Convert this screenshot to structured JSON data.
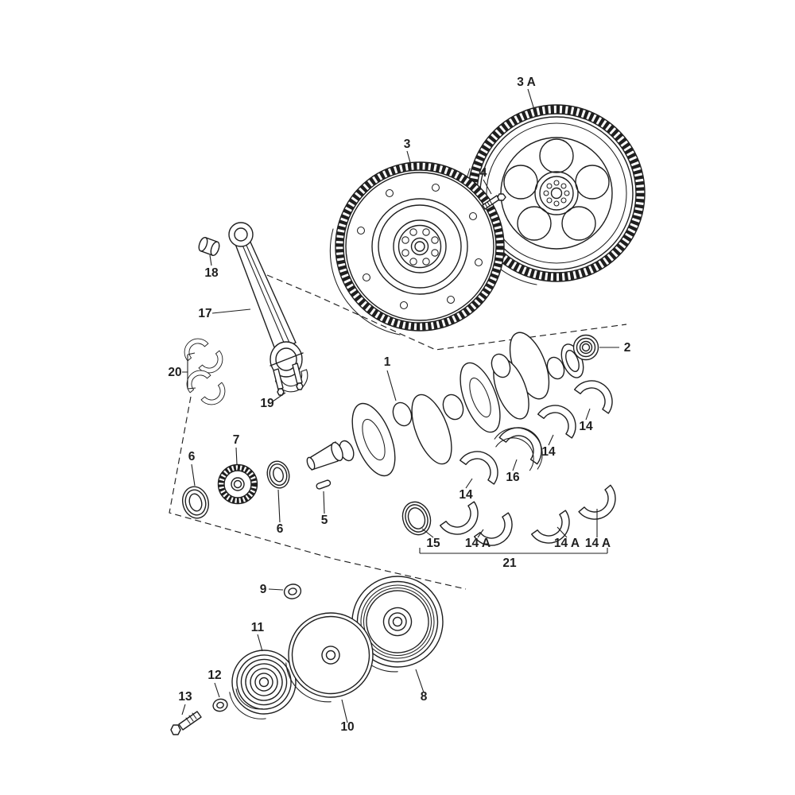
{
  "diagram": {
    "labels": [
      {
        "text": "3 A"
      },
      {
        "text": "3"
      },
      {
        "text": "4"
      },
      {
        "text": "18"
      },
      {
        "text": "17"
      },
      {
        "text": "20"
      },
      {
        "text": "19"
      },
      {
        "text": "1"
      },
      {
        "text": "2"
      },
      {
        "text": "14"
      },
      {
        "text": "14"
      },
      {
        "text": "16"
      },
      {
        "text": "14"
      },
      {
        "text": "6"
      },
      {
        "text": "7"
      },
      {
        "text": "6"
      },
      {
        "text": "5"
      },
      {
        "text": "15"
      },
      {
        "text": "14 A"
      },
      {
        "text": "14 A"
      },
      {
        "text": "14 A"
      },
      {
        "text": "21"
      },
      {
        "text": "9"
      },
      {
        "text": "11"
      },
      {
        "text": "8"
      },
      {
        "text": "10"
      },
      {
        "text": "12"
      },
      {
        "text": "13"
      }
    ]
  },
  "colors": {
    "line": "#1f1f1f",
    "background": "#ffffff"
  }
}
